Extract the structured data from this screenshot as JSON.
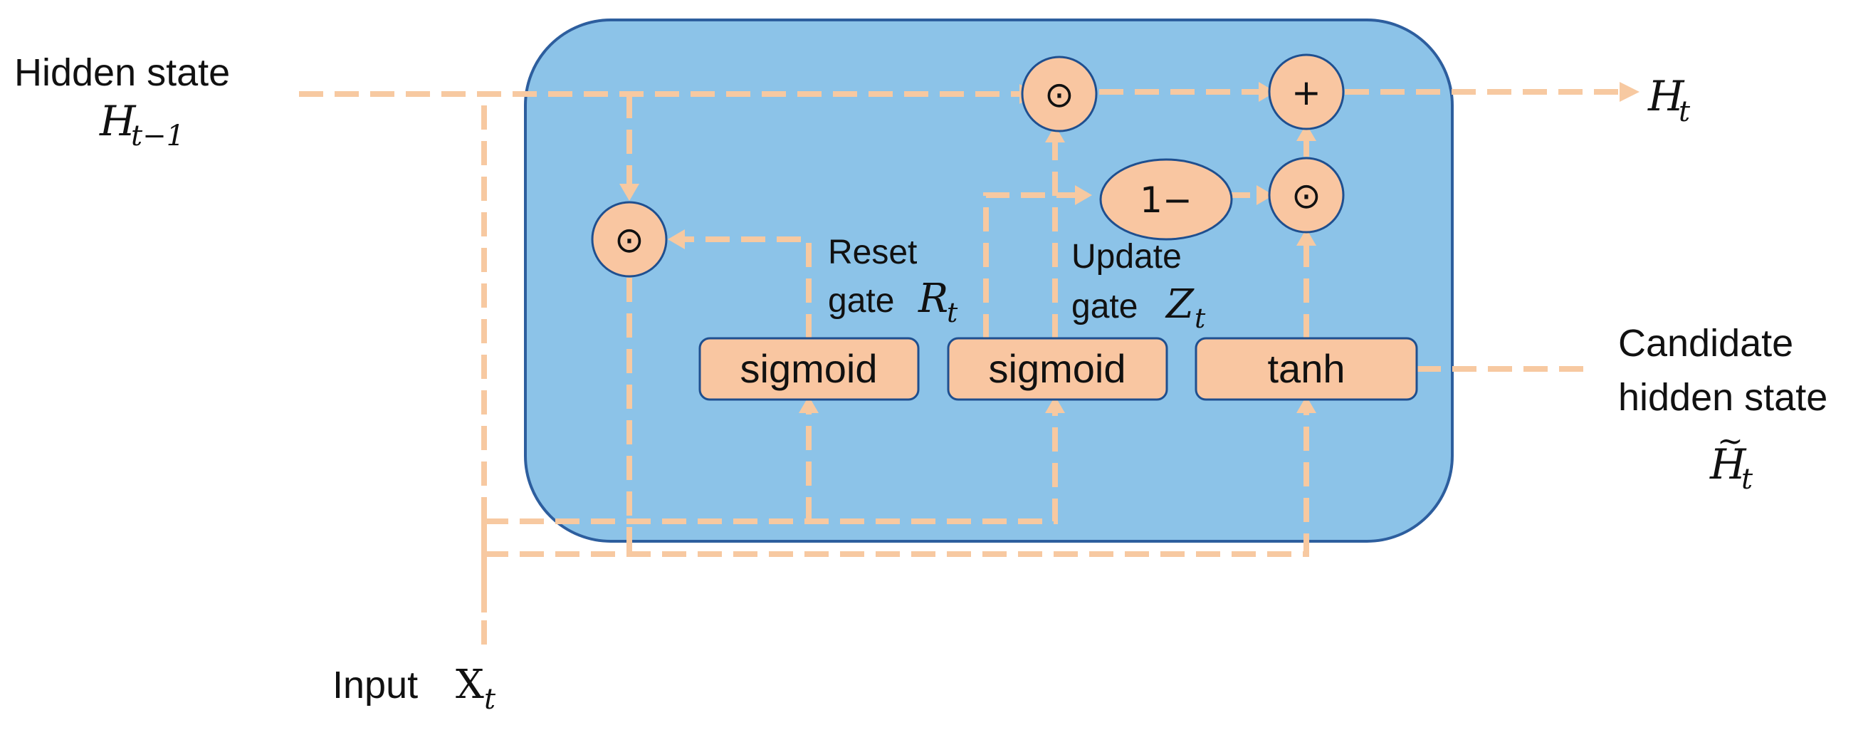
{
  "labels": {
    "hidden_state": "Hidden state",
    "hidden_prev_symbol": "H",
    "hidden_prev_subscript": "t−1",
    "output_symbol": "H",
    "output_subscript": "t",
    "input_text": "Input",
    "input_symbol": "X",
    "input_subscript": "t",
    "candidate_line1": "Candidate",
    "candidate_line2": "hidden state",
    "candidate_symbol": "H",
    "candidate_tilde": "~",
    "candidate_subscript": "t",
    "reset_line1": "Reset",
    "reset_line2": "gate",
    "reset_symbol": "R",
    "reset_subscript": "t",
    "update_line1": "Update",
    "update_line2": "gate",
    "update_symbol": "Z",
    "update_subscript": "t"
  },
  "boxes": {
    "reset_activation": "sigmoid",
    "update_activation": "sigmoid",
    "candidate_activation": "tanh"
  },
  "operators": {
    "hadamard": "⊙",
    "plus": "+",
    "one_minus": "1−"
  },
  "colors": {
    "cell_fill": "#8cc3e8",
    "cell_stroke": "#2d5e9e",
    "node_fill": "#f9c6a1",
    "node_stroke": "#1f4f8f",
    "flow": "#f7c9a1"
  }
}
